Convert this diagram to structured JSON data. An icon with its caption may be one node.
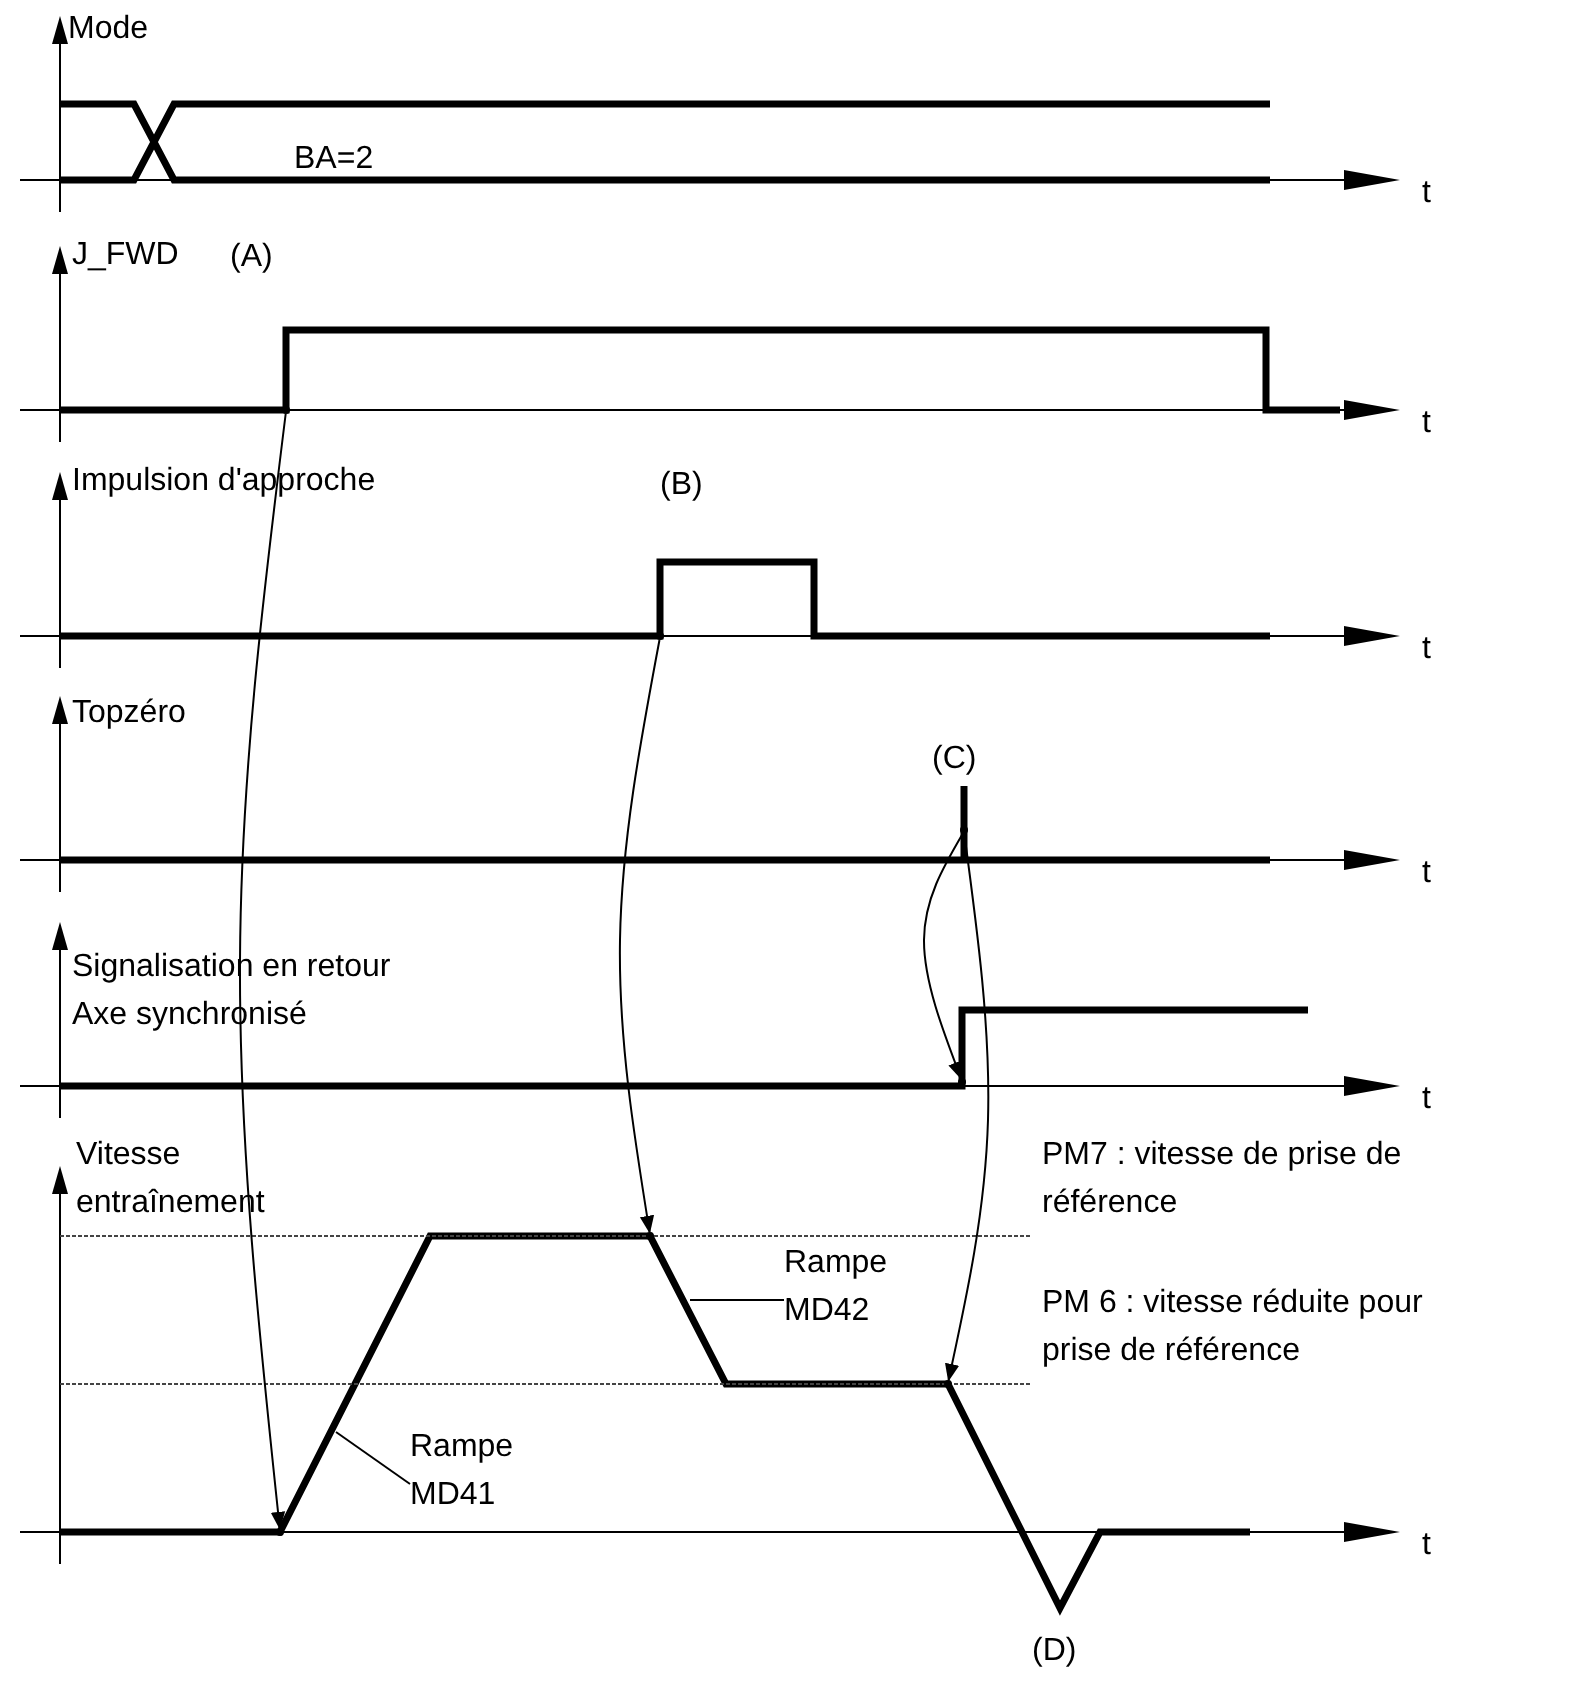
{
  "diagram": {
    "nodes": [
      {
        "text": [],
        "shape": "point"
      },
      {
        "text": [],
        "shape": "point"
      },
      {
        "text": [],
        "shape": "point"
      },
      {
        "text": [],
        "shape": "point"
      },
      {
        "text": [],
        "shape": "point"
      },
      {
        "text": [],
        "shape": "point"
      },
      {
        "text": [],
        "shape": "point"
      },
      {
        "text": [
          "Rampe MD42"
        ]
      },
      {
        "text": [
          "Rampe MD41"
        ]
      }
    ],
    "edges": [
      {
        "from": 0,
        "to": 3,
        "arrow": "to"
      },
      {
        "from": 1,
        "to": 4,
        "arrow": "to"
      },
      {
        "from": 2,
        "to": 5,
        "arrow": "to"
      },
      {
        "from": 2,
        "to": 6,
        "arrow": "to"
      },
      {
        "from": 7,
        "to": null,
        "arrow": "none"
      },
      {
        "from": 8,
        "to": null,
        "arrow": "none"
      }
    ],
    "labels": [
      "Mode",
      "BA=2",
      "t",
      "J_FWD",
      "(A)",
      "t",
      "Impulsion d'approche",
      "(B)",
      "t",
      "Topzéro",
      "(C)",
      "t",
      "Signalisation en retour Axe synchronisé",
      "t",
      "Vitesse entraînement",
      "PM7 : vitesse de prise de référence",
      "PM 6 : vitesse réduite pour prise de référence",
      "t",
      "(D)"
    ]
  }
}
